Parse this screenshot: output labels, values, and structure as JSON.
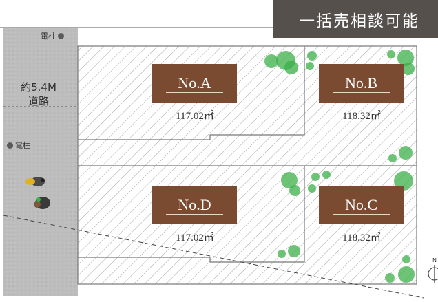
{
  "banner": {
    "text": "一括売相談可能"
  },
  "road": {
    "label": "約5.4M\n道路"
  },
  "poles": {
    "top_label": "電柱",
    "side_label": "電柱"
  },
  "lots": [
    {
      "id": "A",
      "label": "No.A",
      "area": "117.02㎡"
    },
    {
      "id": "B",
      "label": "No.B",
      "area": "118.32㎡"
    },
    {
      "id": "D",
      "label": "No.D",
      "area": "117.02㎡"
    },
    {
      "id": "C",
      "label": "No.C",
      "area": "118.32㎡"
    }
  ],
  "compass": {
    "north": "N"
  },
  "colors": {
    "lot_box": "#7a4b30",
    "banner": "#56504d",
    "tree": "#3cb04a",
    "road": "#b9b9b9"
  }
}
